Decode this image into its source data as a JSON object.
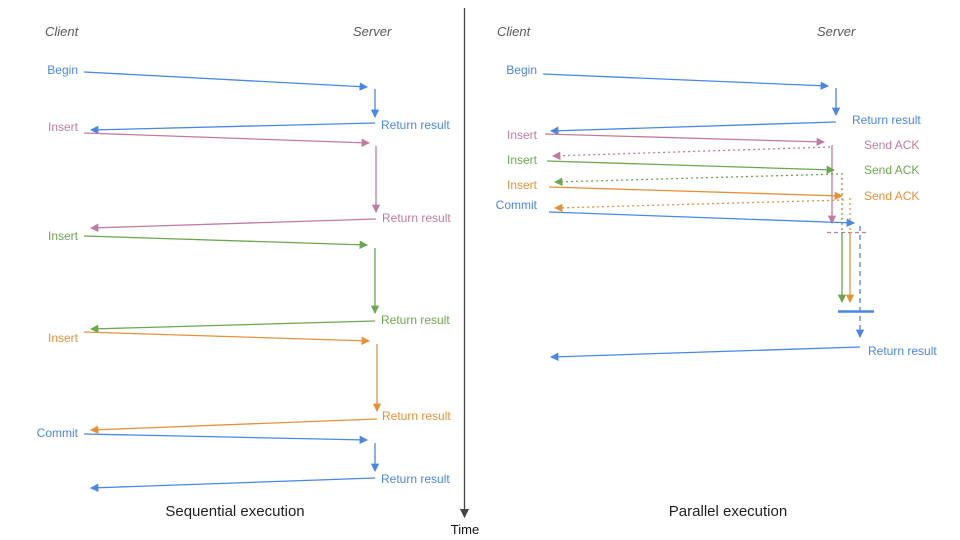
{
  "palette": {
    "blue": "#4a86e8",
    "pink": "#c27ba0",
    "green": "#6aa84f",
    "orange": "#e69138",
    "axis": "#444444"
  },
  "time_axis": {
    "label": "Time"
  },
  "panels": {
    "sequential": {
      "caption": "Sequential execution",
      "client_header": "Client",
      "server_header": "Server",
      "messages": [
        {
          "label": "Begin",
          "color": "blue",
          "response": "Return result"
        },
        {
          "label": "Insert",
          "color": "pink",
          "response": "Return result"
        },
        {
          "label": "Insert",
          "color": "green",
          "response": "Return result"
        },
        {
          "label": "Insert",
          "color": "orange",
          "response": "Return result"
        },
        {
          "label": "Commit",
          "color": "blue",
          "response": "Return result"
        }
      ]
    },
    "parallel": {
      "caption": "Parallel execution",
      "client_header": "Client",
      "server_header": "Server",
      "messages": [
        {
          "label": "Begin",
          "color": "blue",
          "response": "Return result"
        },
        {
          "label": "Insert",
          "color": "pink",
          "response": "Send ACK"
        },
        {
          "label": "Insert",
          "color": "green",
          "response": "Send ACK"
        },
        {
          "label": "Insert",
          "color": "orange",
          "response": "Send ACK"
        },
        {
          "label": "Commit",
          "color": "blue",
          "response": "Return result"
        }
      ]
    }
  }
}
